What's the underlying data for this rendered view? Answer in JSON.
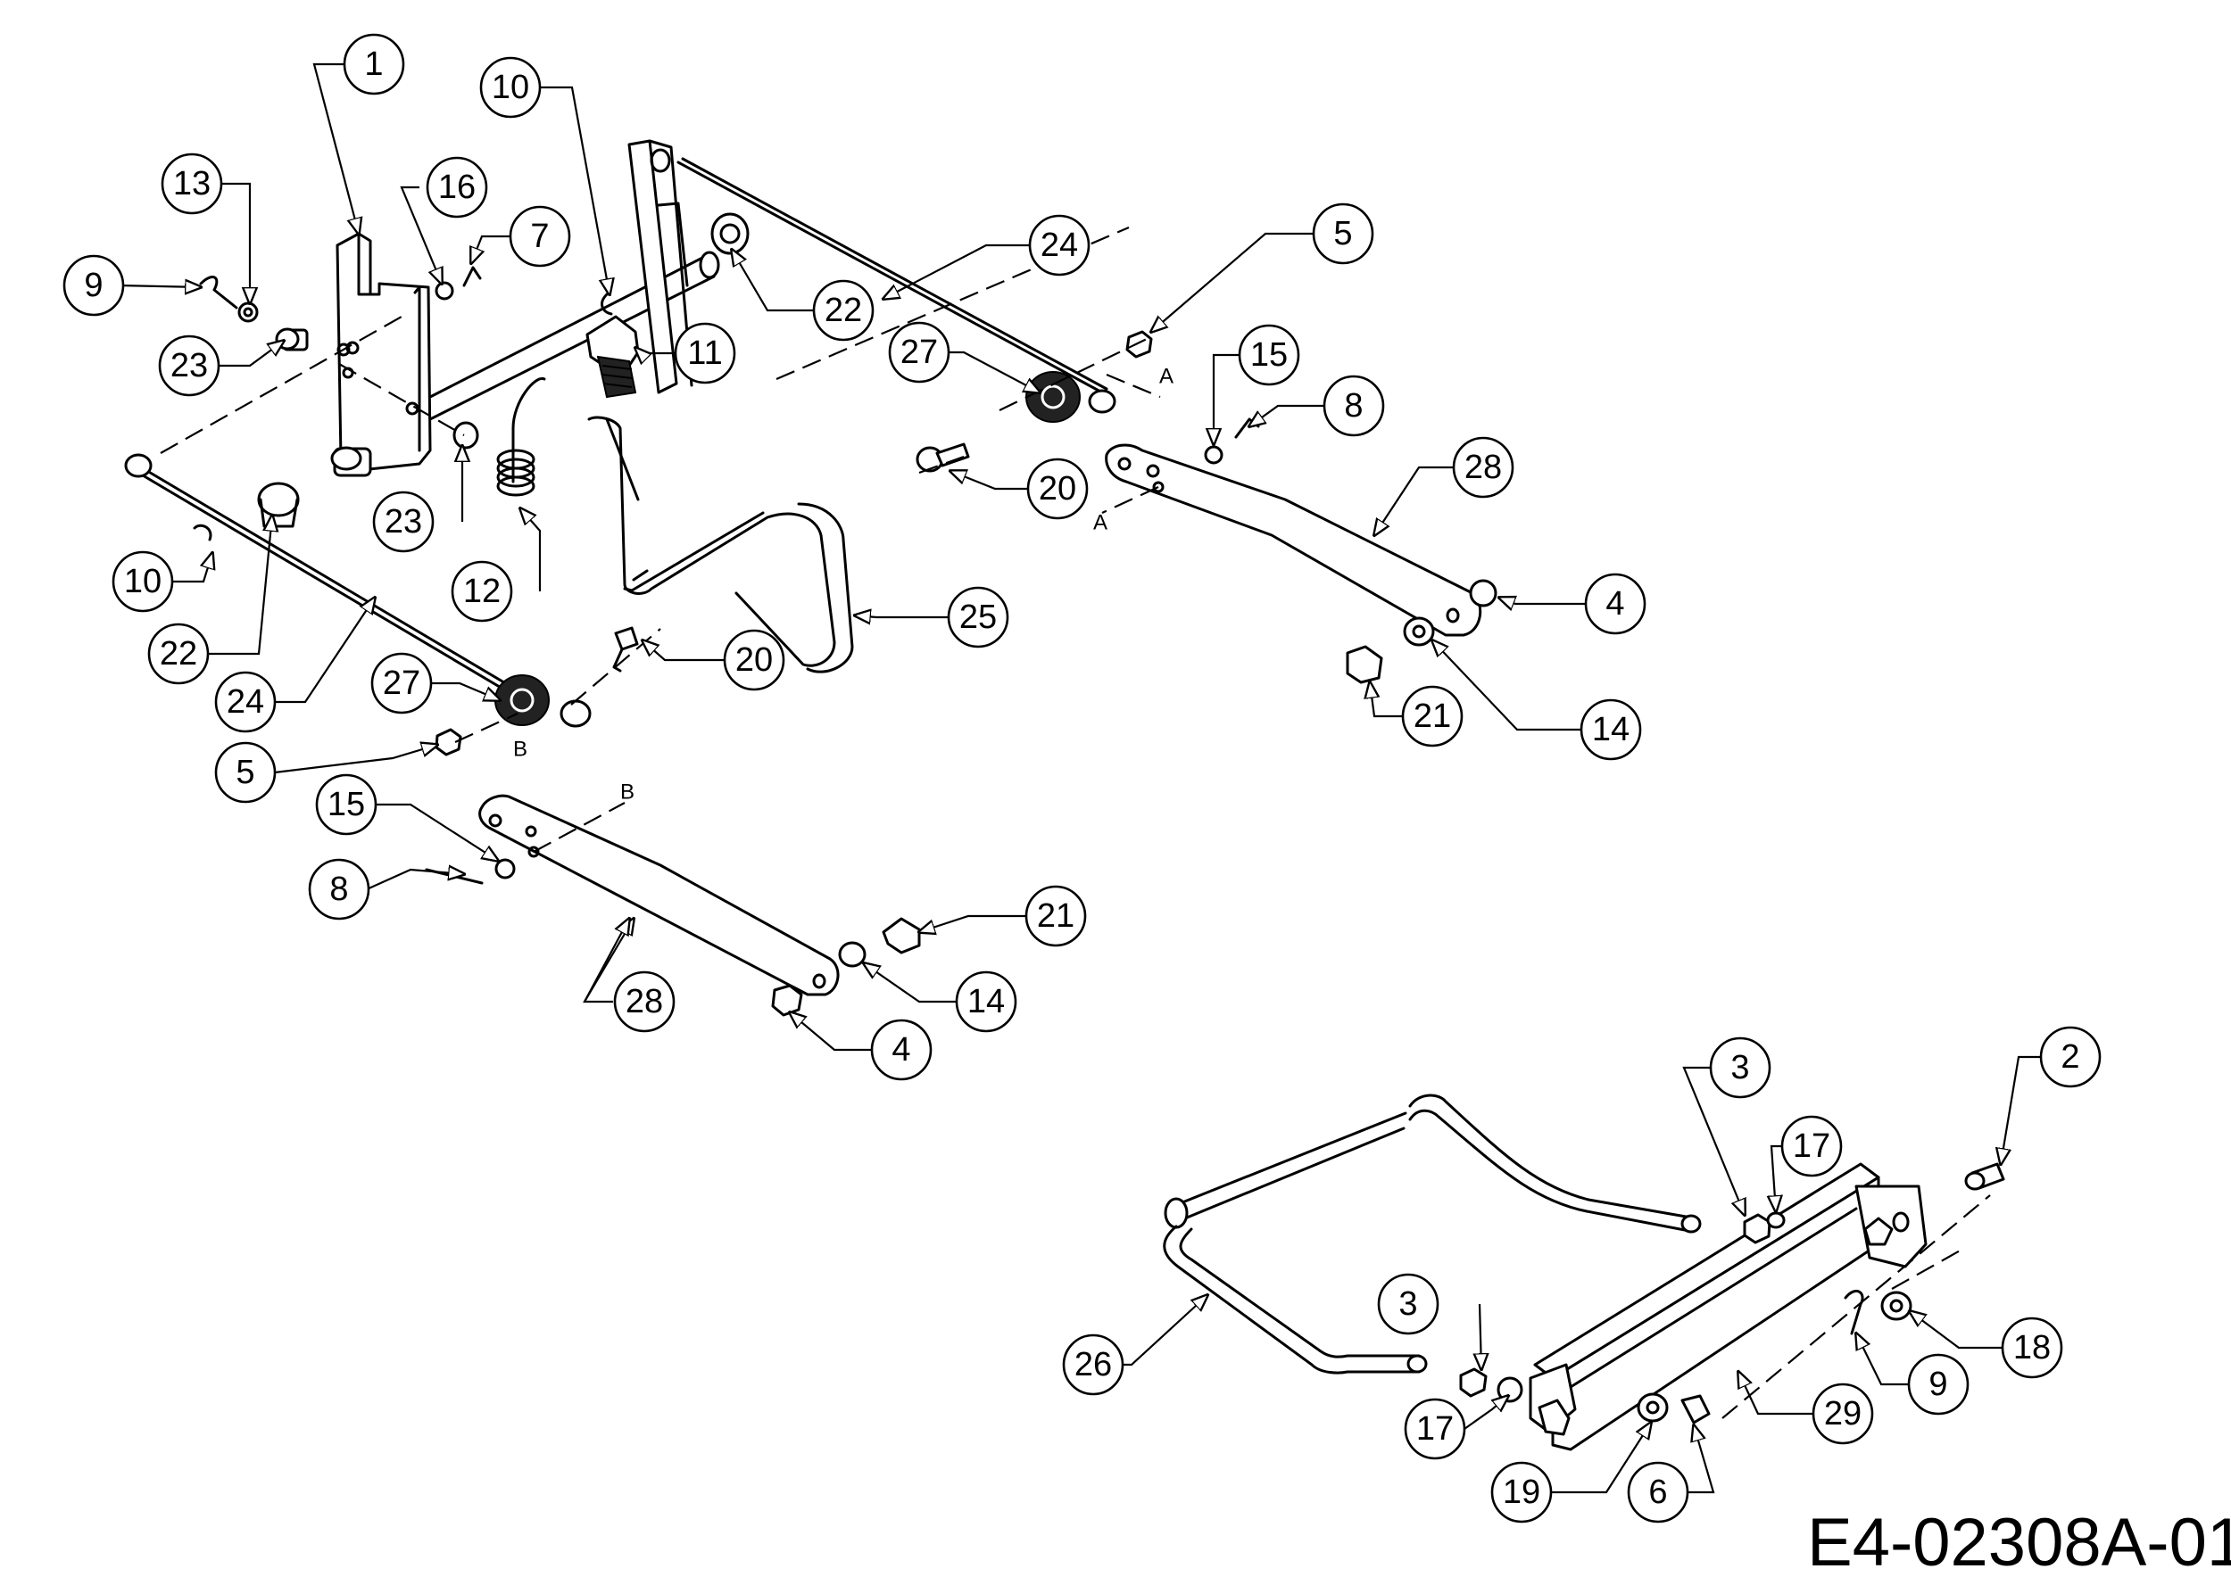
{
  "drawing_code": "E4-02308A-01",
  "reference_letters": [
    "A",
    "A",
    "B",
    "B"
  ],
  "callouts": [
    "1",
    "10",
    "13",
    "16",
    "7",
    "9",
    "24",
    "5",
    "23",
    "22",
    "11",
    "27",
    "15",
    "8",
    "28",
    "20",
    "23",
    "12",
    "10",
    "22",
    "25",
    "24",
    "20",
    "4",
    "27",
    "21",
    "14",
    "5",
    "15",
    "8",
    "21",
    "14",
    "28",
    "4",
    "3",
    "2",
    "17",
    "3",
    "18",
    "26",
    "9",
    "29",
    "17",
    "19",
    "6"
  ]
}
